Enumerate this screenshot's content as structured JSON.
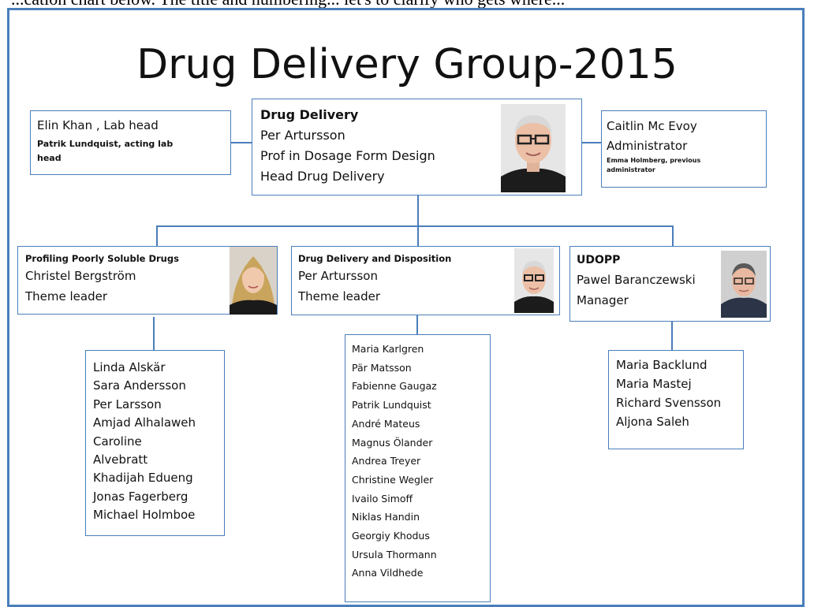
{
  "cut_text": "...cation chart below. The title and numbering... let's to clarify who gets where...",
  "title": "Drug Delivery Group-2015",
  "left_note": {
    "line1": "Elin Khan , Lab head",
    "line2": "Patrik Lundquist, acting lab",
    "line3": "head"
  },
  "head": {
    "group": "Drug Delivery",
    "name": "Per Artursson",
    "role1": "Prof in Dosage Form Design",
    "role2": "Head Drug Delivery"
  },
  "admin": {
    "name": "Caitlin Mc Evoy",
    "role": "Administrator",
    "prev1": "Emma Holmberg, previous",
    "prev2": "administrator"
  },
  "themes": [
    {
      "title": "Profiling Poorly Soluble Drugs",
      "name": "Christel Bergström",
      "role": "Theme leader"
    },
    {
      "title": "Drug Delivery and Disposition",
      "name": "Per Artursson",
      "role": "Theme leader"
    },
    {
      "title": "UDOPP",
      "name": "Pawel Baranczewski",
      "role": "Manager"
    }
  ],
  "members": {
    "left": [
      "Linda Alskär",
      "Sara Andersson",
      "Per Larsson",
      "Amjad Alhalaweh",
      "Caroline",
      "Alvebratt",
      "Khadijah Edueng",
      "Jonas Fagerberg",
      "Michael Holmboe"
    ],
    "middle": [
      "Maria Karlgren",
      "Pär Matsson",
      "Fabienne Gaugaz",
      "Patrik Lundquist",
      "André Mateus",
      "Magnus Ölander",
      "Andrea Treyer",
      "Christine Wegler",
      "Ivailo Simoff",
      "Niklas Handin",
      "Georgiy Khodus",
      "Ursula Thormann",
      "Anna Vildhede"
    ],
    "right": [
      "Maria Backlund",
      "Maria Mastej",
      "Richard Svensson",
      "Aljona Saleh"
    ]
  },
  "colors": {
    "border": "#4a7ebb"
  }
}
